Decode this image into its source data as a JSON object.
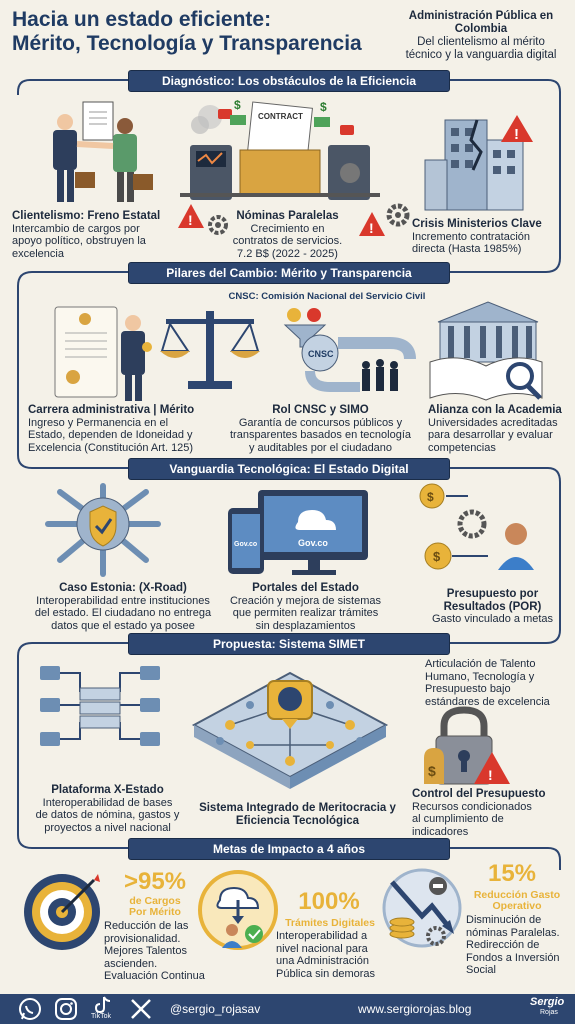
{
  "header": {
    "title_line1": "Hacia un estado eficiente:",
    "title_line2": "Mérito, Tecnología y Transparencia",
    "country_line1": "Administración Pública en",
    "country_line2": "Colombia",
    "tagline_line1": "Del clientelismo al mérito",
    "tagline_line2": "técnico y la vanguardia digital"
  },
  "sections": {
    "diagnostico": "Diagnóstico: Los obstáculos de la Eficiencia",
    "pilares": "Pilares del Cambio: Mérito y Transparencia",
    "vanguardia": "Vanguardia Tecnológica: El Estado Digital",
    "propuesta": "Propuesta: Sistema SIMET",
    "metas": "Metas de Impacto a 4 años"
  },
  "diagnostico": {
    "contract_label": "CONTRACT",
    "clientelismo": {
      "title": "Clientelismo: Freno Estatal",
      "l1": "Intercambio de cargos por",
      "l2": "apoyo político, obstruyen la",
      "l3": "excelencia"
    },
    "nominas": {
      "title": "Nóminas Paralelas",
      "l1": "Crecimiento en",
      "l2": "contratos de servicios.",
      "l3": "7.2 B$ (2022 - 2025)"
    },
    "crisis": {
      "title": "Crisis Ministerios Clave",
      "l1": "Incremento contratación",
      "l2": "directa (Hasta 1985%)"
    }
  },
  "pilares": {
    "cnsc_banner": "CNSC: Comisión Nacional del Servicio Civil",
    "cnsc_label": "CNSC",
    "carrera": {
      "title": "Carrera administrativa | Mérito",
      "l1": "Ingreso y Permanencia en el",
      "l2": "Estado, dependen de Idoneidad y",
      "l3": "Excelencia (Constitución Art. 125)"
    },
    "rol": {
      "title": "Rol CNSC y SIMO",
      "l1": "Garantía de concursos públicos y",
      "l2": "transparentes basados en tecnología",
      "l3": "y auditables por el ciudadano"
    },
    "alianza": {
      "title": "Alianza con la Academia",
      "l1": "Universidades acreditadas",
      "l2": "para desarrollar y evaluar",
      "l3": "competencias"
    }
  },
  "vanguardia": {
    "gov_label_big": "Gov.co",
    "gov_label_small": "Gov.co",
    "estonia": {
      "title": "Caso Estonia: (X-Road)",
      "l1": "Interoperabilidad entre instituciones",
      "l2": "del estado. El ciudadano no entrega",
      "l3": "datos que el estado ya posee"
    },
    "portales": {
      "title": "Portales del Estado",
      "l1": "Creación y mejora de sistemas",
      "l2": "que permiten realizar trámites",
      "l3": "sin desplazamientos"
    },
    "presupuesto": {
      "title1": "Presupuesto por",
      "title2": "Resultados (POR)",
      "l1": "Gasto vinculado a metas"
    }
  },
  "propuesta": {
    "articulacion": {
      "l1": "Articulación de Talento",
      "l2": "Humano, Tecnología y",
      "l3": "Presupuesto bajo",
      "l4": "estándares de excelencia"
    },
    "plataforma": {
      "title": "Plataforma X-Estado",
      "l1": "Interoperabilidad de bases",
      "l2": "de datos de nómina, gastos y",
      "l3": "proyectos a nivel nacional"
    },
    "sistema": {
      "title1": "Sistema Integrado de Meritocracia y",
      "title2": "Eficiencia Tecnológica"
    },
    "control": {
      "title": "Control del Presupuesto",
      "l1": "Recursos condicionados",
      "l2": "al cumplimiento de",
      "l3": "indicadores"
    }
  },
  "metas": {
    "cargos": {
      "value": ">95%",
      "label1": "de Cargos",
      "label2": "Por Mérito",
      "l1": "Reducción de las",
      "l2": "provisionalidad.",
      "l3": "Mejores Talentos",
      "l4": "ascienden.",
      "l5": "Evaluación Continua"
    },
    "tramites": {
      "value": "100%",
      "label": "Trámites Digitales",
      "l1": "Interoperabilidad a",
      "l2": "nivel nacional para",
      "l3": "una Administración",
      "l4": "Pública sin demoras"
    },
    "gasto": {
      "value": "15%",
      "label1": "Reducción Gasto",
      "label2": "Operativo",
      "l1": "Disminución de",
      "l2": "nóminas Paralelas.",
      "l3": "Redirección de",
      "l4": "Fondos a Inversión",
      "l5": "Social"
    }
  },
  "footer": {
    "tiktok_label": "TikTok",
    "handle": "@sergio_rojasav",
    "website": "www.sergiorojas.blog",
    "logo_top": "Sergio",
    "logo_bottom": "Rojas"
  },
  "colors": {
    "navy": "#2d4670",
    "gold": "#e8b33a",
    "red": "#d9382c",
    "cream": "#f4f1e8"
  }
}
